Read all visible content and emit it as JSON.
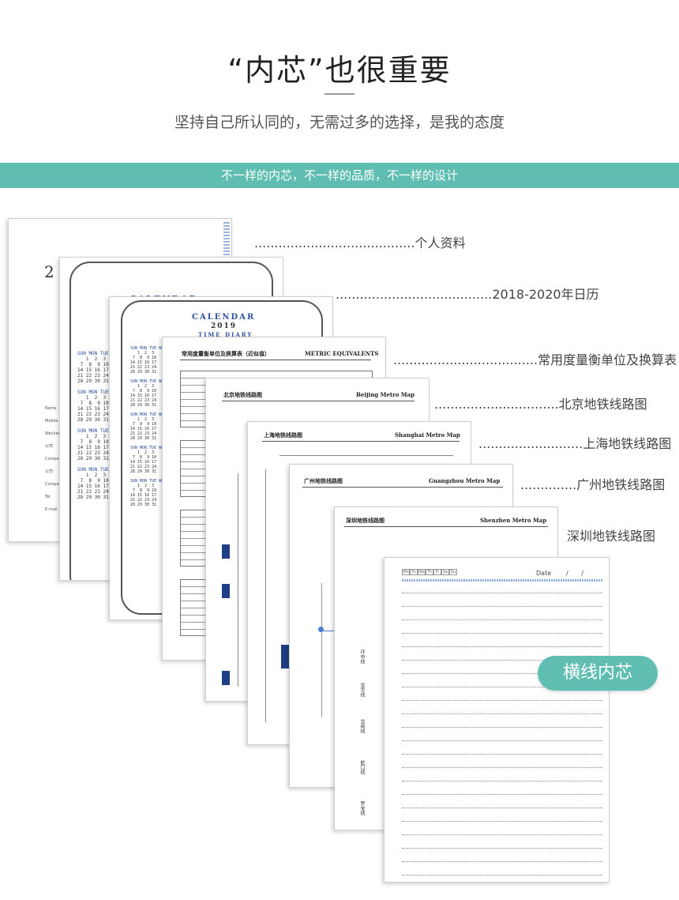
{
  "header": {
    "title": "“内芯”也很重要",
    "subtitle": "坚持自己所认同的，无需过多的选择，是我的态度"
  },
  "banner": {
    "text": "不一样的内芯，不一样的品质，不一样的设计"
  },
  "colors": {
    "accent": "#5fbeb1",
    "calendar_blue": "#2c52a0",
    "metro_blue": "#1e3e86"
  },
  "callouts": [
    {
      "dots": "........................................",
      "label": "个人资料"
    },
    {
      "dots": ".......................................",
      "label": "2018-2020年日历"
    },
    {
      "dots": "....................................",
      "label": "常用度量衡单位及换算表"
    },
    {
      "dots": "...............................",
      "label": "北京地铁线路图"
    },
    {
      "dots": "..........................",
      "label": "上海地铁线路图"
    },
    {
      "dots": "..............",
      "label": "广州地铁线路图"
    },
    {
      "dots": "",
      "label": "深圳地铁线路图"
    }
  ],
  "pages": {
    "profile": {
      "fields": [
        "Name",
        "Mobile",
        "Wechat",
        "公司",
        "Company",
        "公司",
        "Company A",
        "Tel",
        "E-mail"
      ]
    },
    "calendar_back": {
      "heading": "CALENDAR"
    },
    "calendar": {
      "heading": "CALENDAR",
      "year": "2019",
      "subheading": "TIME DIARY",
      "week_header": "SUN MON TUE WED",
      "rows": [
        "   1  2  3",
        " 7  8  9 10",
        "14 15 16 17",
        "21 22 23 24",
        "28 29 30 31"
      ]
    },
    "metric": {
      "title_cn": "常用度量衡单位及换算表（近似值）",
      "title_en": "METRIC EQUIVALENTS"
    },
    "beijing": {
      "title_cn": "北京地铁线路图",
      "title_en": "Beijing Metro Map"
    },
    "shanghai": {
      "title_cn": "上海地铁线路图",
      "title_en": "Shanghai Metro Map"
    },
    "guangzhou": {
      "title_cn": "广州地铁线路图",
      "title_en": "Guangzhou Metro Map"
    },
    "shenzhen": {
      "title_cn": "深圳地铁线路图",
      "title_en": "Shenzhen Metro Map",
      "lines": [
        "环中线",
        "龙华线",
        "龙岗线",
        "蛇口线",
        "罗宝线"
      ]
    },
    "lined": {
      "date_label": "Date",
      "date_sep": "/ /",
      "weekdays": [
        "Mo",
        "Tu",
        "We",
        "Th",
        "Fr",
        "Sa",
        "Su"
      ]
    }
  },
  "tag": {
    "label": "横线内芯"
  }
}
